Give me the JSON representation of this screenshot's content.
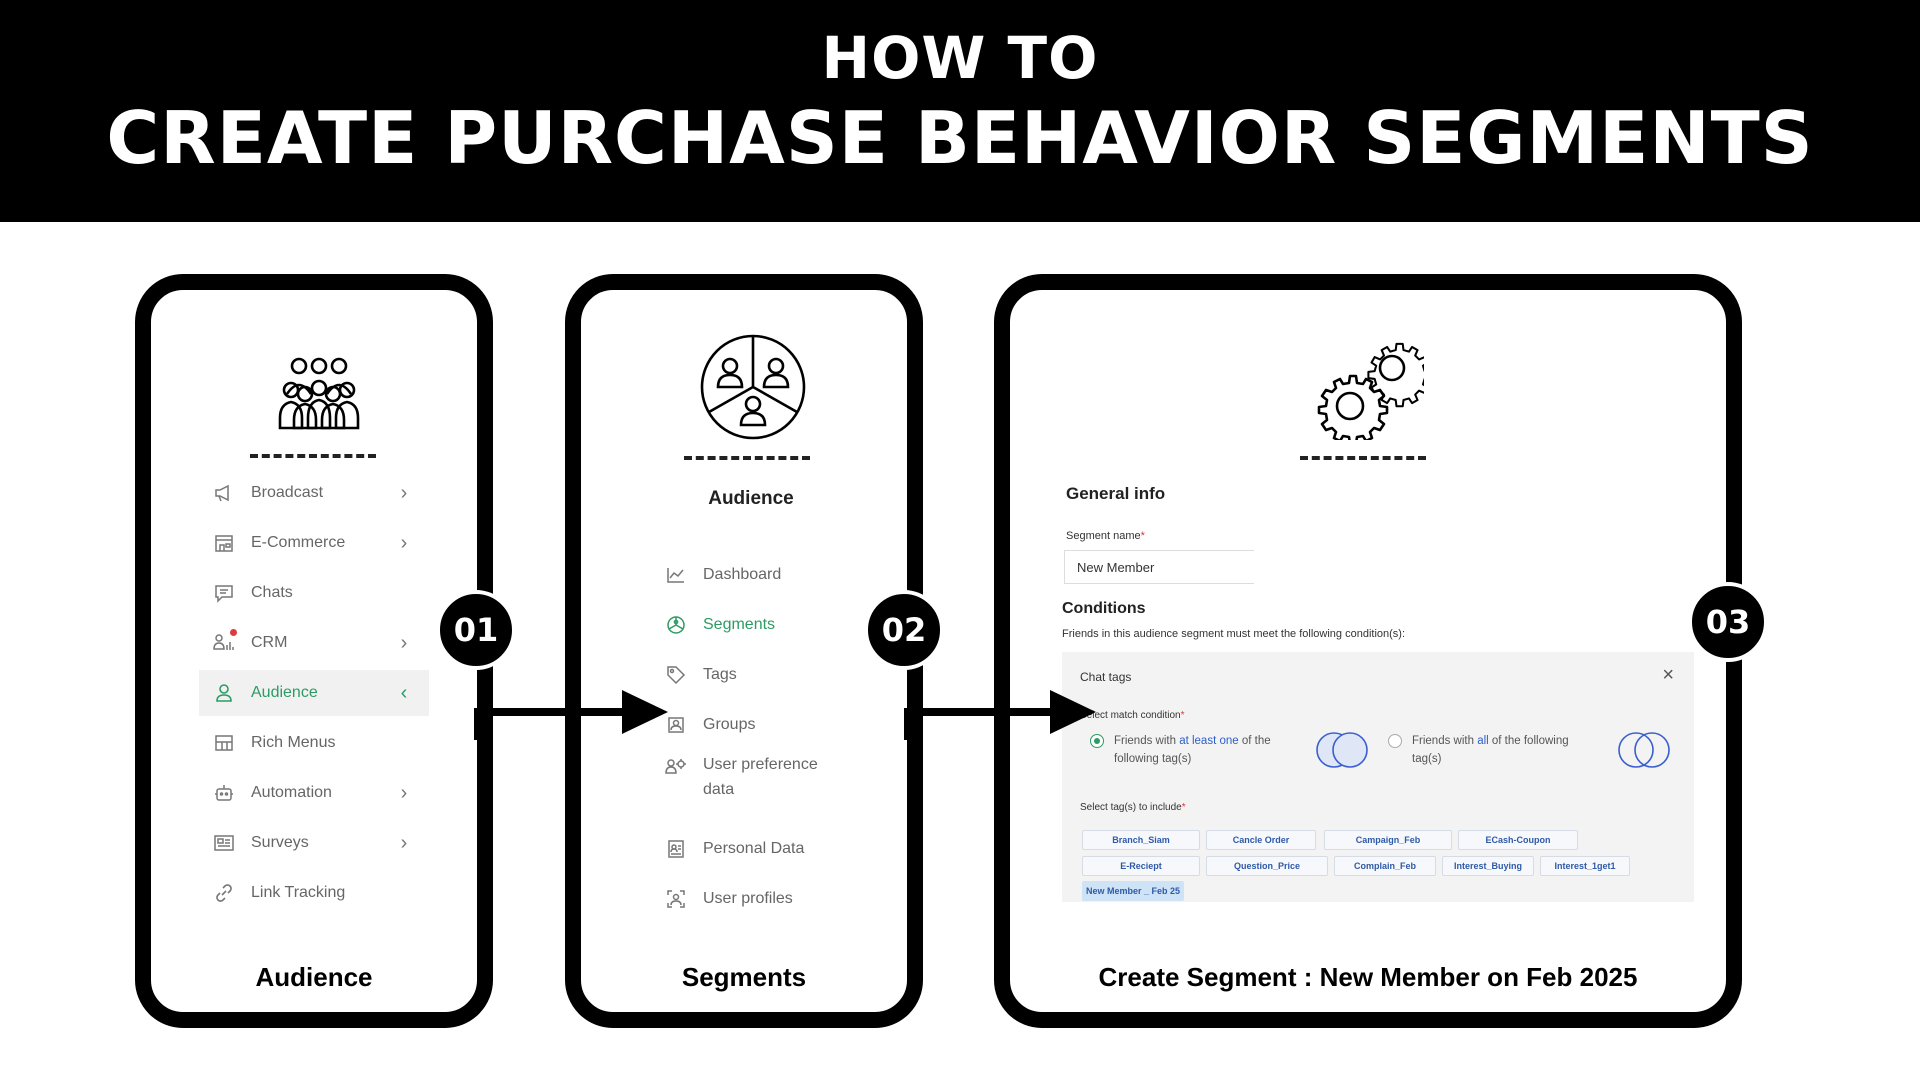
{
  "header": {
    "line1": "HOW TO",
    "line2": "CREATE PURCHASE BEHAVIOR SEGMENTS"
  },
  "steps": {
    "s1": "01",
    "s2": "02",
    "s3": "03"
  },
  "card1": {
    "caption": "Audience",
    "hero_icon": "people-group-icon",
    "menu": [
      {
        "label": "Broadcast",
        "icon": "megaphone-icon",
        "chevron": "›"
      },
      {
        "label": "E-Commerce",
        "icon": "store-icon",
        "chevron": "›"
      },
      {
        "label": "Chats",
        "icon": "chat-icon",
        "chevron": ""
      },
      {
        "label": "CRM",
        "icon": "crm-icon",
        "chevron": "›"
      },
      {
        "label": "Audience",
        "icon": "user-icon",
        "chevron": "‹"
      },
      {
        "label": "Rich Menus",
        "icon": "layout-icon",
        "chevron": ""
      },
      {
        "label": "Automation",
        "icon": "robot-icon",
        "chevron": "›"
      },
      {
        "label": "Surveys",
        "icon": "survey-icon",
        "chevron": "›"
      },
      {
        "label": "Link Tracking",
        "icon": "link-icon",
        "chevron": ""
      }
    ],
    "active_color": "#2e9b64"
  },
  "card2": {
    "caption": "Segments",
    "hero_icon": "segments-pie-icon",
    "title": "Audience",
    "menu": [
      {
        "label": "Dashboard",
        "icon": "chart-line-icon"
      },
      {
        "label": "Segments",
        "icon": "segments-icon"
      },
      {
        "label": "Tags",
        "icon": "tag-icon"
      },
      {
        "label": "Groups",
        "icon": "groups-icon"
      },
      {
        "label": "User preference data",
        "icon": "preference-icon"
      },
      {
        "label": "Personal Data",
        "icon": "personal-data-icon"
      },
      {
        "label": "User profiles",
        "icon": "user-profiles-icon"
      }
    ]
  },
  "card3": {
    "caption": "Create Segment : New Member on Feb 2025",
    "hero_icon": "gears-icon",
    "general_info": "General info",
    "segment_name_label": "Segment name",
    "segment_name_value": "New Member",
    "conditions": "Conditions",
    "conditions_desc": "Friends in this audience segment must meet the following condition(s):",
    "panel_title": "Chat tags",
    "match_label": "Select match condition",
    "opt1_a": "Friends with ",
    "opt1_b": "at least one",
    "opt1_c": " of the following tag(s)",
    "opt2_a": "Friends with ",
    "opt2_b": "all",
    "opt2_c": " of the following tag(s)",
    "select_tags_label": "Select tag(s) to include",
    "tags": [
      "Branch_Siam",
      "Cancle Order",
      "Campaign_Feb",
      "ECash-Coupon",
      "E-Reciept",
      "Question_Price",
      "Complain_Feb",
      "Interest_Buying",
      "Interest_1get1"
    ],
    "selected_tag": "New Member _ Feb 25"
  }
}
